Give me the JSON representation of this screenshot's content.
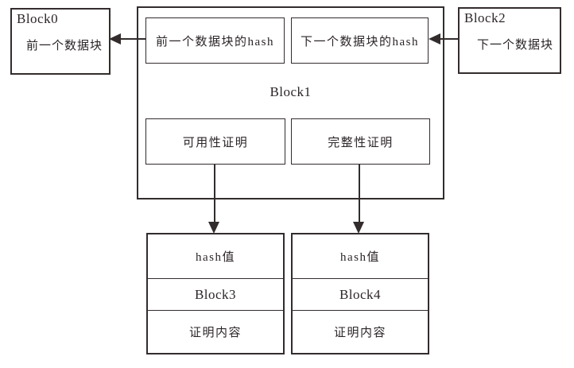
{
  "colors": {
    "line": "#332c2d",
    "text": "#2b2526",
    "background": "#ffffff"
  },
  "icons": {
    "arrowhead_left": "◀",
    "arrowhead_down": "▼"
  },
  "blocks": {
    "block0": {
      "title": "Block0",
      "label": "前一个数据块"
    },
    "block2": {
      "title": "Block2",
      "label": "下一个数据块"
    },
    "block1": {
      "title": "Block1",
      "prev_hash_label": "前一个数据块的hash",
      "next_hash_label": "下一个数据块的hash",
      "availability_proof_label": "可用性证明",
      "integrity_proof_label": "完整性证明"
    },
    "block3": {
      "hash_label": "hash值",
      "title": "Block3",
      "content_label": "证明内容"
    },
    "block4": {
      "hash_label": "hash值",
      "title": "Block4",
      "content_label": "证明内容"
    }
  }
}
